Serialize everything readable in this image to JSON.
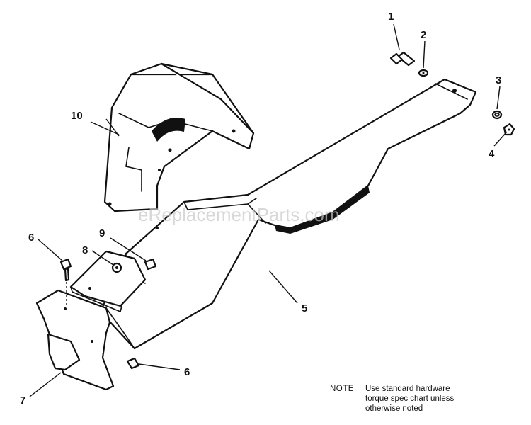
{
  "diagram": {
    "callouts": [
      "1",
      "2",
      "3",
      "4",
      "5",
      "6",
      "6",
      "7",
      "8",
      "9",
      "10"
    ],
    "watermark": "eReplacementParts.com",
    "note": {
      "label": "NOTE",
      "lines": [
        "Use standard hardware",
        "torque spec  chart unless",
        "otherwise noted"
      ]
    }
  }
}
